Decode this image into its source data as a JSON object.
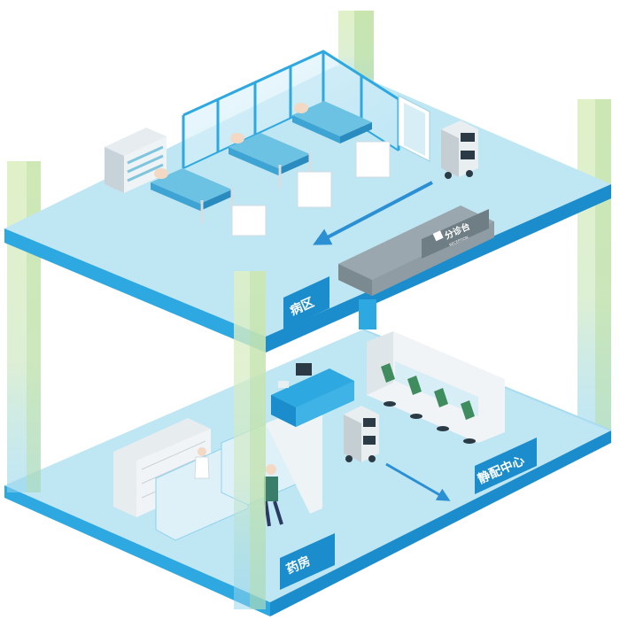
{
  "zones": {
    "ward": "病区",
    "pharmacy": "药房",
    "iv_center": "静配中心"
  },
  "reception": {
    "label": "分诊台",
    "sublabel": "RECEPTION"
  },
  "colors": {
    "floor": "#bfe6f3",
    "floor_edge": "#2ea8e0",
    "floor_edge_dark": "#1b8ccc",
    "pillar": "#c9e8a8",
    "badge": "#1b8ccc",
    "arrow": "#2b8fd4"
  }
}
